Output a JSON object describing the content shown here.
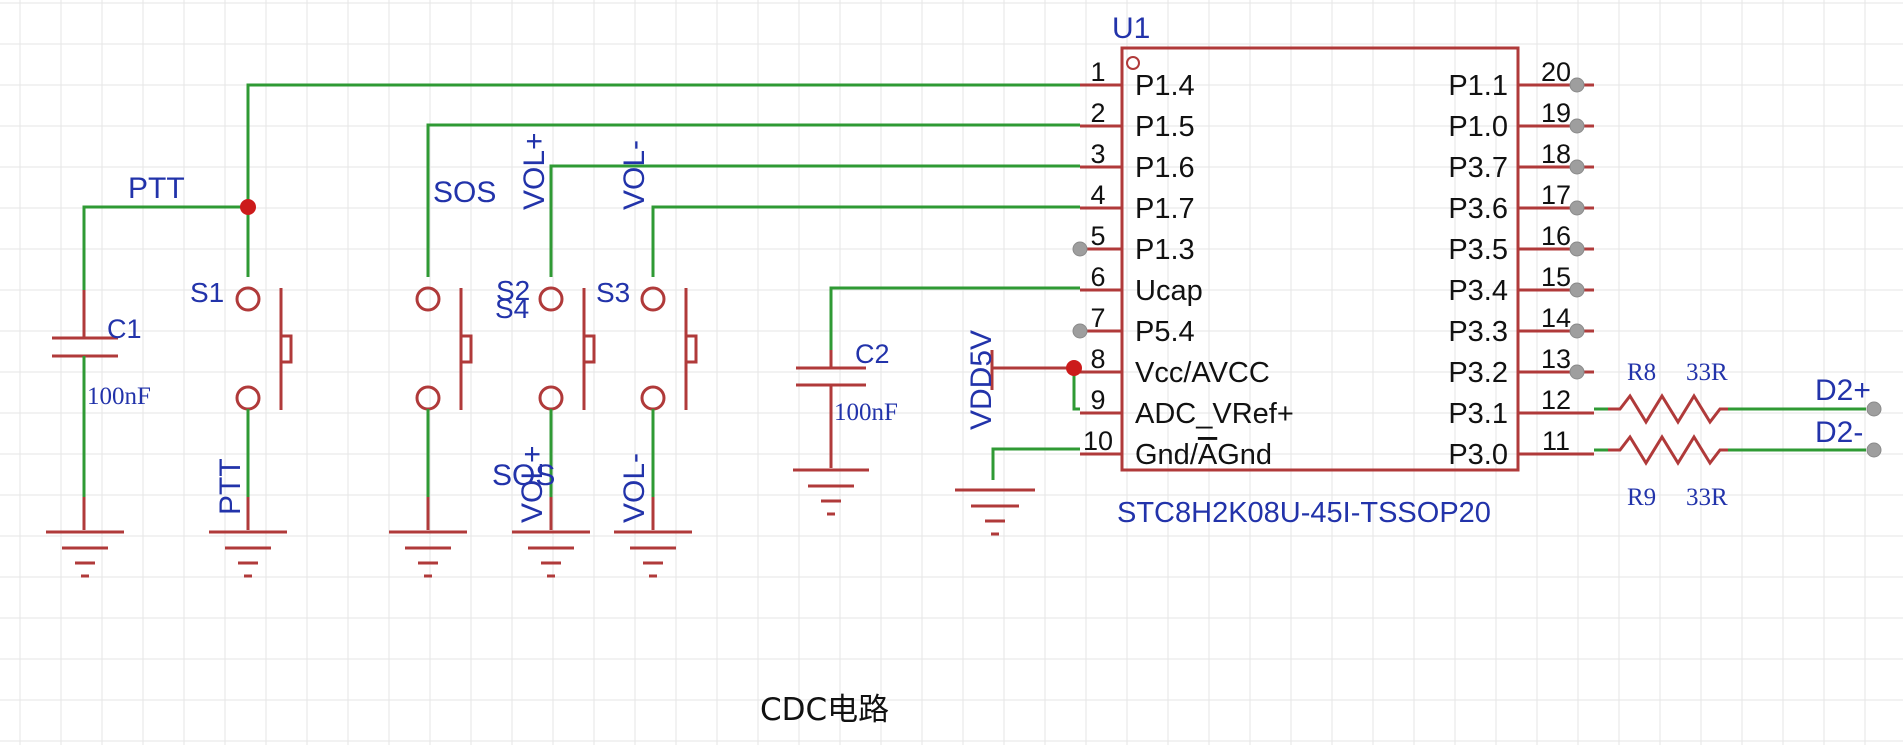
{
  "chip": {
    "ref": "U1",
    "part": "STC8H2K08U-45I-TSSOP20",
    "left_pins": [
      {
        "num": "1",
        "name": "P1.4"
      },
      {
        "num": "2",
        "name": "P1.5"
      },
      {
        "num": "3",
        "name": "P1.6"
      },
      {
        "num": "4",
        "name": "P1.7"
      },
      {
        "num": "5",
        "name": "P1.3"
      },
      {
        "num": "6",
        "name": "Ucap"
      },
      {
        "num": "7",
        "name": "P5.4"
      },
      {
        "num": "8",
        "name": "Vcc/AVCC"
      },
      {
        "num": "9",
        "name": "ADC_VRef+"
      },
      {
        "num": "10",
        "name": "Gnd/AGnd"
      }
    ],
    "right_pins": [
      {
        "num": "20",
        "name": "P1.1"
      },
      {
        "num": "19",
        "name": "P1.0"
      },
      {
        "num": "18",
        "name": "P3.7"
      },
      {
        "num": "17",
        "name": "P3.6"
      },
      {
        "num": "16",
        "name": "P3.5"
      },
      {
        "num": "15",
        "name": "P3.4"
      },
      {
        "num": "14",
        "name": "P3.3"
      },
      {
        "num": "13",
        "name": "P3.2"
      },
      {
        "num": "12",
        "name": "P3.1"
      },
      {
        "num": "11",
        "name": "P3.0"
      }
    ]
  },
  "capacitors": [
    {
      "ref": "C1",
      "value": "100nF"
    },
    {
      "ref": "C2",
      "value": "100nF"
    }
  ],
  "switches": [
    {
      "ref": "S1",
      "bottom_net": "PTT"
    },
    {
      "ref": "S4",
      "bottom_net": "SOS"
    },
    {
      "ref": "S2",
      "bottom_net": "VOL+"
    },
    {
      "ref": "S3",
      "bottom_net": "VOL-"
    }
  ],
  "resistors": [
    {
      "ref": "R8",
      "value": "33R"
    },
    {
      "ref": "R9",
      "value": "33R"
    }
  ],
  "nets": {
    "ptt": "PTT",
    "sos": "SOS",
    "vol_plus": "VOL+",
    "vol_minus": "VOL-",
    "vdd": "VDD5V",
    "d_plus": "D2+",
    "d_minus": "D2-"
  },
  "caption": "CDC电路"
}
